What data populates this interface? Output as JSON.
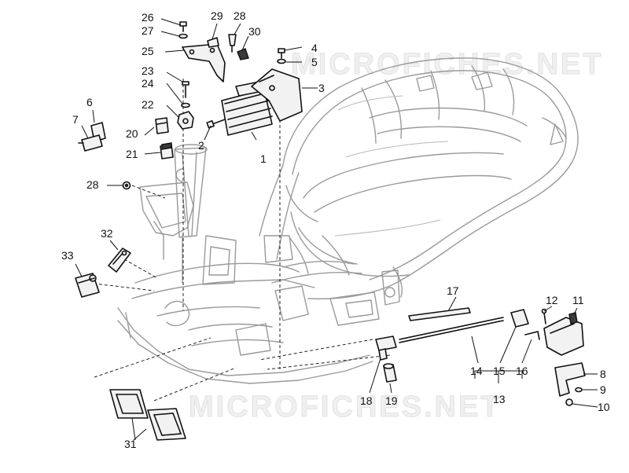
{
  "diagram": {
    "watermarks": [
      "MICROFICHES.NET",
      "MICROFICHES.NET"
    ],
    "callouts": [
      {
        "id": "1",
        "label": "1"
      },
      {
        "id": "2",
        "label": "2"
      },
      {
        "id": "3",
        "label": "3"
      },
      {
        "id": "4",
        "label": "4"
      },
      {
        "id": "5",
        "label": "5"
      },
      {
        "id": "6",
        "label": "6"
      },
      {
        "id": "7",
        "label": "7"
      },
      {
        "id": "8",
        "label": "8"
      },
      {
        "id": "9",
        "label": "9"
      },
      {
        "id": "10",
        "label": "10"
      },
      {
        "id": "11",
        "label": "11"
      },
      {
        "id": "12",
        "label": "12"
      },
      {
        "id": "13",
        "label": "13"
      },
      {
        "id": "14",
        "label": "14"
      },
      {
        "id": "15",
        "label": "15"
      },
      {
        "id": "16",
        "label": "16"
      },
      {
        "id": "17",
        "label": "17"
      },
      {
        "id": "18",
        "label": "18"
      },
      {
        "id": "19",
        "label": "19"
      },
      {
        "id": "20",
        "label": "20"
      },
      {
        "id": "21",
        "label": "21"
      },
      {
        "id": "22",
        "label": "22"
      },
      {
        "id": "23",
        "label": "23"
      },
      {
        "id": "24",
        "label": "24"
      },
      {
        "id": "25",
        "label": "25"
      },
      {
        "id": "26",
        "label": "26"
      },
      {
        "id": "27",
        "label": "27"
      },
      {
        "id": "28a",
        "label": "28"
      },
      {
        "id": "28b",
        "label": "28"
      },
      {
        "id": "29",
        "label": "29"
      },
      {
        "id": "30",
        "label": "30"
      },
      {
        "id": "31",
        "label": "31"
      },
      {
        "id": "32",
        "label": "32"
      },
      {
        "id": "33",
        "label": "33"
      }
    ]
  }
}
